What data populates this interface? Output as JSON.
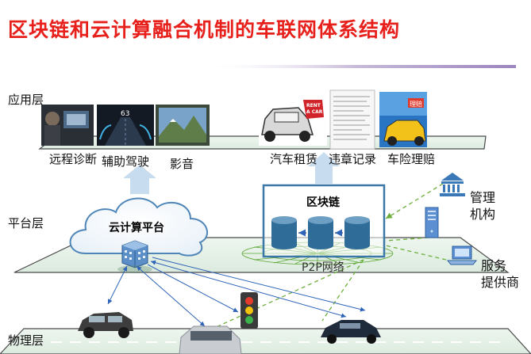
{
  "title": "区块链和云计算融合机制的车联网体系结构",
  "layers": {
    "application": "应用层",
    "platform": "平台层",
    "physical": "物理层"
  },
  "apps_left": [
    "远程诊断",
    "辅助驾驶",
    "影音"
  ],
  "apps_right": [
    "汽车租赁",
    "违章记录",
    "车险理赔"
  ],
  "cloud_label": "云计算平台",
  "blockchain_label": "区块链",
  "p2p_label": "P2P网络",
  "management": "管理\n机构",
  "provider": "服务\n提供商",
  "rent_sign": "RENT\nA CAR",
  "dash_speed": "63",
  "insurance_sign": "理赔",
  "colors": {
    "title": "#e8201c",
    "plane_fill": "#e6f1ea",
    "plane_stroke": "#4a4a4a",
    "accent": "#3b78a8",
    "cylinder": "#2f6d98",
    "cylinder_top": "#6d9ec3",
    "dash_green": "#6caf3c",
    "arrow_blue": "#2e63b8",
    "up_arrow": "#c8dcf0"
  },
  "icons": [
    "bank-icon",
    "server-icon",
    "laptop-icon",
    "traffic-light-icon",
    "car-icon",
    "building-icon",
    "cloud-icon",
    "database-icon"
  ]
}
